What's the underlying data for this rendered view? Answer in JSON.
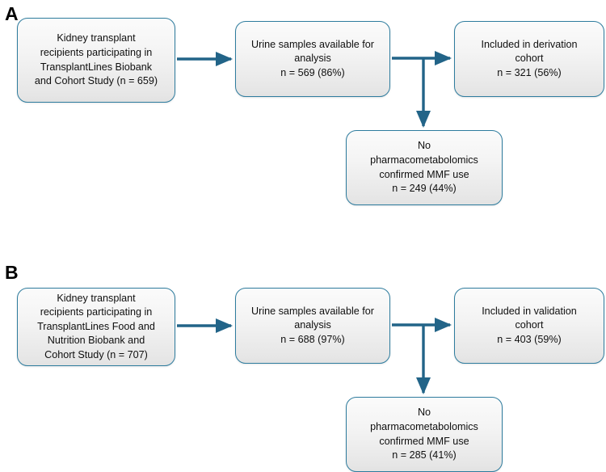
{
  "figure": {
    "type": "flowchart",
    "description": "Two-panel participant flow diagram for derivation and validation cohorts",
    "background_color": "#ffffff",
    "accent_color": "#226488",
    "node_border_color": "#2E7C9E",
    "node_fill_top": "#fbfbfb",
    "node_fill_bottom": "#e2e2e2",
    "text_color": "#0f0f0f"
  },
  "panels": [
    {
      "label": "A",
      "nodes": {
        "source": "Kidney transplant\nrecipients participating in\nTransplantLines Biobank\nand Cohort Study (n = 659)",
        "samples": "Urine samples available for\nanalysis\nn = 569 (86%)",
        "included": "Included in derivation\ncohort\nn = 321 (56%)",
        "excluded": "No\npharmacometabolomics\nconfirmed MMF use\nn = 249 (44%)"
      },
      "counts": {
        "source_n": 659,
        "samples_n": 569,
        "samples_pct": "86%",
        "included_n": 321,
        "included_pct": "56%",
        "excluded_n": 249,
        "excluded_pct": "44%"
      }
    },
    {
      "label": "B",
      "nodes": {
        "source": "Kidney transplant\nrecipients participating in\nTransplantLines Food and\nNutrition Biobank and\nCohort Study (n = 707)",
        "samples": "Urine samples available for\nanalysis\nn = 688 (97%)",
        "included": "Included in validation\ncohort\nn = 403 (59%)",
        "excluded": "No\npharmacometabolomics\nconfirmed MMF use\nn = 285 (41%)"
      },
      "counts": {
        "source_n": 707,
        "samples_n": 688,
        "samples_pct": "97%",
        "included_n": 403,
        "included_pct": "59%",
        "excluded_n": 285,
        "excluded_pct": "41%"
      }
    }
  ],
  "edges": [
    {
      "name": "a-source-to-samples",
      "kind": "arrow-right"
    },
    {
      "name": "a-samples-to-included",
      "kind": "arrow-right"
    },
    {
      "name": "a-branch-to-excluded",
      "kind": "arrow-down"
    },
    {
      "name": "b-source-to-samples",
      "kind": "arrow-right"
    },
    {
      "name": "b-samples-to-included",
      "kind": "arrow-right"
    },
    {
      "name": "b-branch-to-excluded",
      "kind": "arrow-down"
    }
  ]
}
